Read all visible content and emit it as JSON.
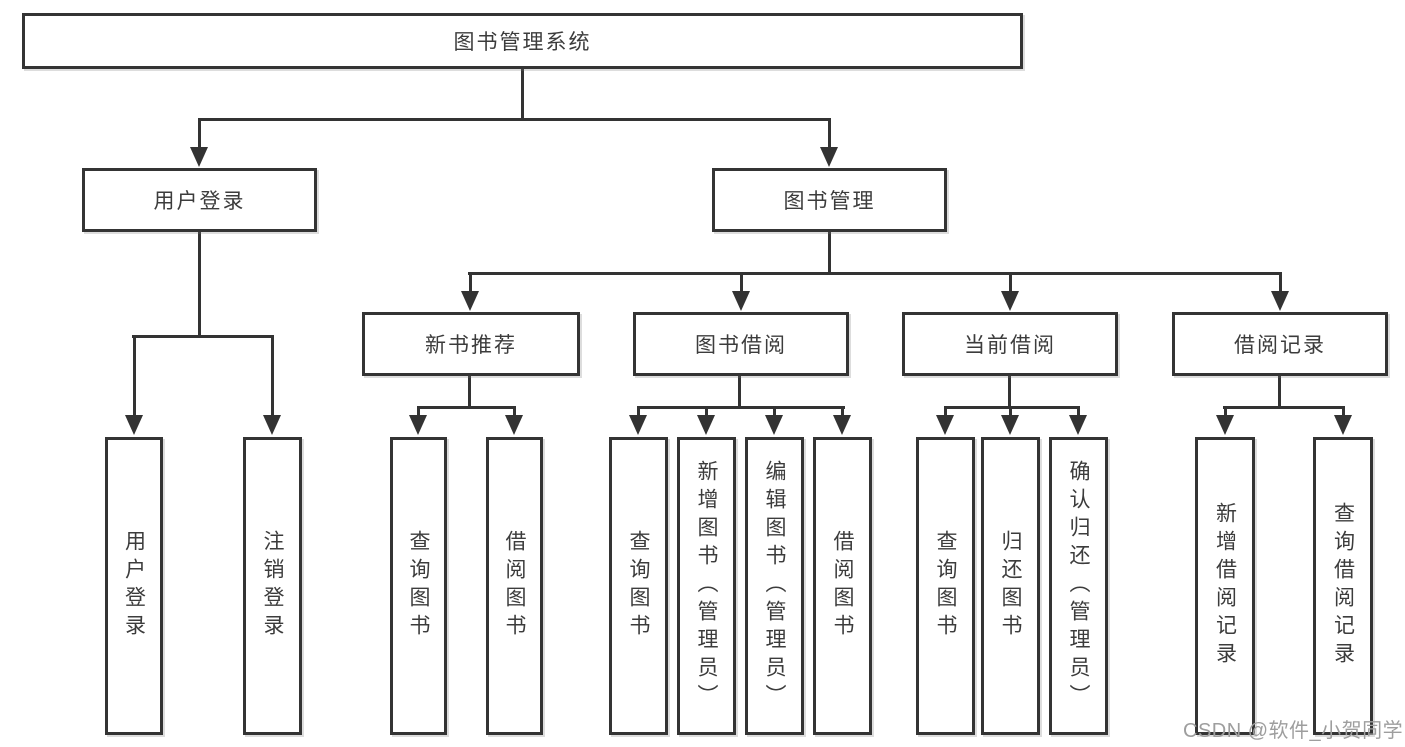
{
  "diagram": {
    "root_label": "图书管理系统",
    "level2": [
      {
        "label": "用户登录"
      },
      {
        "label": "图书管理"
      }
    ],
    "level3": [
      {
        "label": "新书推荐"
      },
      {
        "label": "图书借阅"
      },
      {
        "label": "当前借阅"
      },
      {
        "label": "借阅记录"
      }
    ],
    "leaves": [
      {
        "label": "用户登录"
      },
      {
        "label": "注销登录"
      },
      {
        "label": "查询图书"
      },
      {
        "label": "借阅图书"
      },
      {
        "label": "查询图书"
      },
      {
        "label": "新增图书（管理员）"
      },
      {
        "label": "编辑图书（管理员）"
      },
      {
        "label": "借阅图书"
      },
      {
        "label": "查询图书"
      },
      {
        "label": "归还图书"
      },
      {
        "label": "确认归还（管理员）"
      },
      {
        "label": "新增借阅记录"
      },
      {
        "label": "查询借阅记录"
      }
    ],
    "watermark": "CSDN @软件_小贺同学"
  }
}
